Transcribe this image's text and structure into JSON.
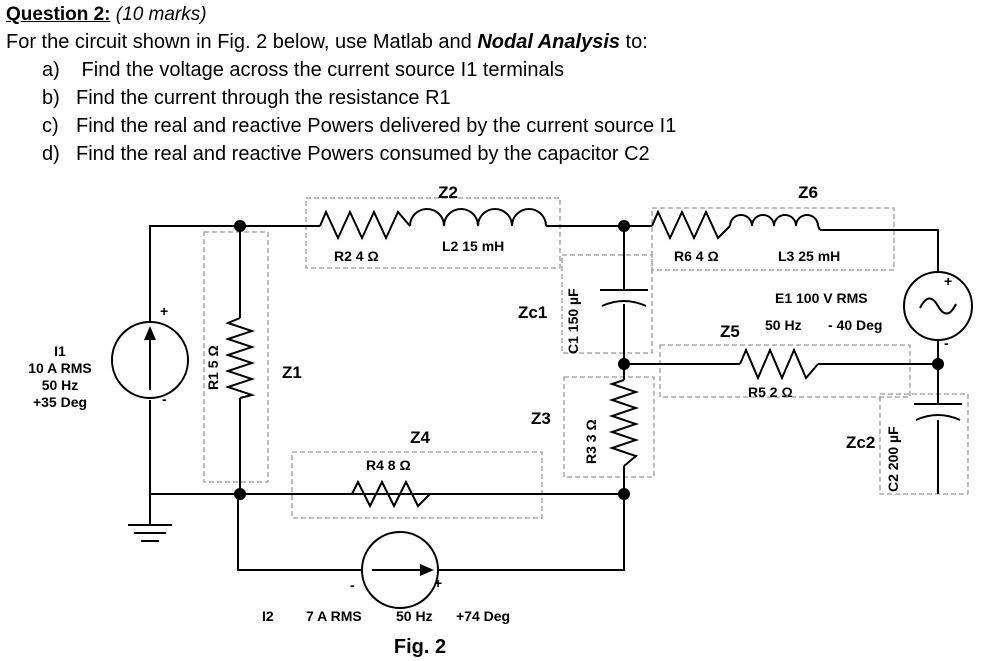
{
  "question": {
    "title": "Question 2:",
    "marks": "(10  marks)",
    "intro_before": "For the circuit shown in Fig. 2 below,  use Matlab and ",
    "intro_bold": "Nodal Analysis",
    "intro_after": "  to:",
    "items": [
      {
        "tag": "a)",
        "text": " Find the voltage across the current source I1 terminals"
      },
      {
        "tag": "b)",
        "text": "Find the current through the resistance R1"
      },
      {
        "tag": "c)",
        "text": "Find the real and reactive Powers delivered by the current source I1"
      },
      {
        "tag": "d)",
        "text": "Find the real and reactive Powers consumed  by the capacitor C2"
      }
    ]
  },
  "circuit": {
    "i1": {
      "name": "I1",
      "value": "10 A RMS",
      "freq": "50 Hz",
      "phase": "+35 Deg",
      "plus": "+",
      "minus": "-"
    },
    "z1": "Z1",
    "r1": "R1  5 Ω",
    "z2": "Z2",
    "r2": "R2  4 Ω",
    "l2": "L2  15 mH",
    "zc1": "Zc1",
    "c1": "C1 150 µF",
    "z3": "Z3",
    "r3": "R3  3 Ω",
    "z4": "Z4",
    "r4": "R4  8 Ω",
    "z6": "Z6",
    "r6": "R6  4 Ω",
    "l3": "L3  25 mH",
    "e1": {
      "line1": "E1  100 V RMS",
      "freq": "50 Hz",
      "phase": "- 40 Deg",
      "plus": "+",
      "minus": "-"
    },
    "z5": "Z5",
    "r5": "R5   2 Ω",
    "zc2": "Zc2",
    "c2": "C2 200 µF",
    "i2": {
      "name": "I2",
      "value": "7 A  RMS",
      "freq": "50 Hz",
      "phase": "+74 Deg",
      "plus": "+",
      "minus": "-"
    },
    "fig": "Fig. 2"
  }
}
